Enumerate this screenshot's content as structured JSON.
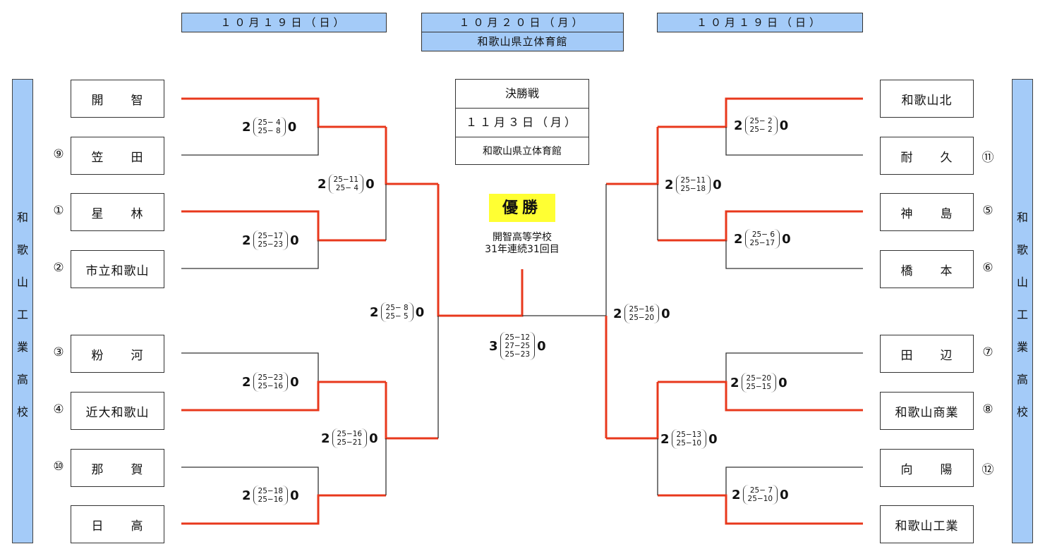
{
  "headers": {
    "left_date": "１０月１９日（日）",
    "center_date": "１０月２０日（月）",
    "center_venue": "和歌山県立体育館",
    "right_date": "１０月１９日（日）"
  },
  "venue_side_label": [
    "和",
    "歌",
    "山",
    "工",
    "業",
    "高",
    "校"
  ],
  "final": {
    "title": "決勝戦",
    "date": "１１月３日（月）",
    "venue": "和歌山県立体育館"
  },
  "champion": {
    "label": "優勝",
    "school": "開智高等学校",
    "note": "31年連続31回目"
  },
  "left_teams": [
    {
      "name": [
        "開",
        "智"
      ],
      "seed": ""
    },
    {
      "name": [
        "笠",
        "田"
      ],
      "seed": "⑨"
    },
    {
      "name": [
        "星",
        "林"
      ],
      "seed": "①"
    },
    {
      "name": [
        "市立和歌山"
      ],
      "seed": "②"
    },
    {
      "name": [
        "粉",
        "河"
      ],
      "seed": "③"
    },
    {
      "name": [
        "近大和歌山"
      ],
      "seed": "④"
    },
    {
      "name": [
        "那",
        "賀"
      ],
      "seed": "⑩"
    },
    {
      "name": [
        "日",
        "高"
      ],
      "seed": ""
    }
  ],
  "right_teams": [
    {
      "name": [
        "和歌山北"
      ],
      "seed": ""
    },
    {
      "name": [
        "耐",
        "久"
      ],
      "seed": "⑪"
    },
    {
      "name": [
        "神",
        "島"
      ],
      "seed": "⑤"
    },
    {
      "name": [
        "橋",
        "本"
      ],
      "seed": "⑥"
    },
    {
      "name": [
        "田",
        "辺"
      ],
      "seed": "⑦"
    },
    {
      "name": [
        "和歌山商業"
      ],
      "seed": "⑧"
    },
    {
      "name": [
        "向",
        "陽"
      ],
      "seed": "⑫"
    },
    {
      "name": [
        "和歌山工業"
      ],
      "seed": ""
    }
  ],
  "scores": {
    "L_r1_1": {
      "w": "2",
      "l": "0",
      "sets": [
        "25− 4",
        "25− 8"
      ]
    },
    "L_r1_2": {
      "w": "2",
      "l": "0",
      "sets": [
        "25−17",
        "25−23"
      ]
    },
    "L_r1_3": {
      "w": "2",
      "l": "0",
      "sets": [
        "25−23",
        "25−16"
      ]
    },
    "L_r1_4": {
      "w": "2",
      "l": "0",
      "sets": [
        "25−18",
        "25−16"
      ]
    },
    "L_r2_1": {
      "w": "2",
      "l": "0",
      "sets": [
        "25−11",
        "25− 4"
      ]
    },
    "L_r2_2": {
      "w": "2",
      "l": "0",
      "sets": [
        "25−16",
        "25−21"
      ]
    },
    "L_sf": {
      "w": "2",
      "l": "0",
      "sets": [
        "25− 8",
        "25− 5"
      ]
    },
    "R_r1_1": {
      "w": "2",
      "l": "0",
      "sets": [
        "25− 2",
        "25− 2"
      ]
    },
    "R_r1_2": {
      "w": "2",
      "l": "0",
      "sets": [
        "25− 6",
        "25−17"
      ]
    },
    "R_r1_3": {
      "w": "2",
      "l": "0",
      "sets": [
        "25−20",
        "25−15"
      ]
    },
    "R_r1_4": {
      "w": "2",
      "l": "0",
      "sets": [
        "25− 7",
        "25−10"
      ]
    },
    "R_r2_1": {
      "w": "2",
      "l": "0",
      "sets": [
        "25−11",
        "25−18"
      ]
    },
    "R_r2_2": {
      "w": "2",
      "l": "0",
      "sets": [
        "25−13",
        "25−10"
      ]
    },
    "R_sf": {
      "w": "2",
      "l": "0",
      "sets": [
        "25−16",
        "25−20"
      ]
    },
    "final": {
      "w": "3",
      "l": "0",
      "sets": [
        "25−12",
        "27−25",
        "25−23"
      ]
    }
  },
  "colors": {
    "header_bg": "#a4cbf8",
    "winner_line": "#e8381c",
    "loser_line": "#333333",
    "champion_bg": "#ffff33"
  }
}
